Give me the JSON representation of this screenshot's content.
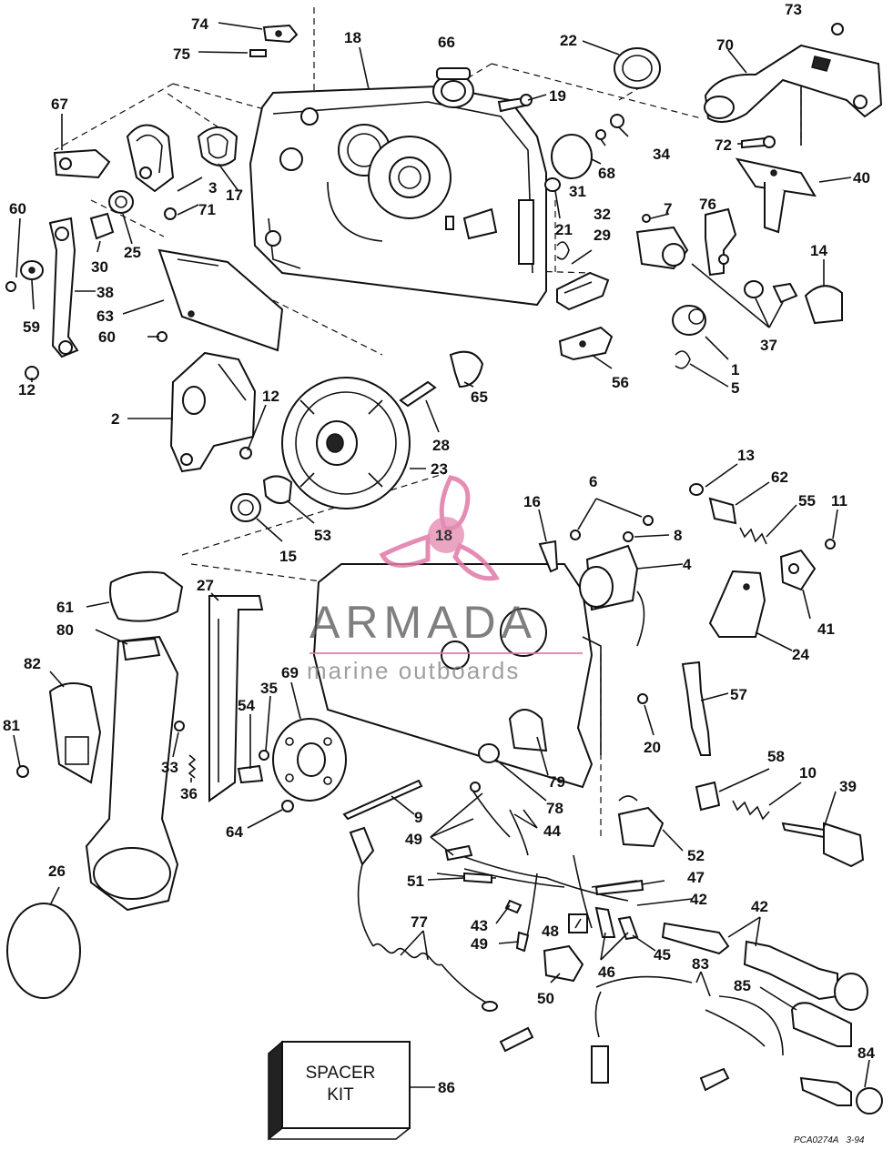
{
  "diagram": {
    "part_labels": [
      "74",
      "75",
      "18",
      "66",
      "22",
      "19",
      "73",
      "70",
      "72",
      "34",
      "68",
      "31",
      "40",
      "67",
      "3",
      "17",
      "21",
      "32",
      "29",
      "7",
      "76",
      "14",
      "60",
      "30",
      "25",
      "71",
      "37",
      "38",
      "63",
      "59",
      "12",
      "1",
      "5",
      "2",
      "28",
      "65",
      "56",
      "23",
      "13",
      "62",
      "6",
      "16",
      "55",
      "11",
      "8",
      "53",
      "15",
      "4",
      "24",
      "41",
      "61",
      "27",
      "80",
      "82",
      "69",
      "35",
      "54",
      "57",
      "20",
      "81",
      "33",
      "36",
      "58",
      "10",
      "39",
      "64",
      "9",
      "52",
      "49",
      "44",
      "79",
      "78",
      "26",
      "47",
      "51",
      "42",
      "43",
      "48",
      "46",
      "45",
      "77",
      "50",
      "83",
      "85",
      "84",
      "86"
    ],
    "duplicate_labels": {
      "label_12_second": "12",
      "label_60_second": "60",
      "label_42_second": "42",
      "label_49_second": "49",
      "label_18_second": "18"
    },
    "spacer_kit_text_line1": "SPACER",
    "spacer_kit_text_line2": "KIT",
    "reference_code": "PCA0274A   3-94"
  },
  "watermark": {
    "brand": "ARMADA",
    "tagline": "marine outboards",
    "logo_label": "18",
    "accent_color": "#e07aa8"
  }
}
